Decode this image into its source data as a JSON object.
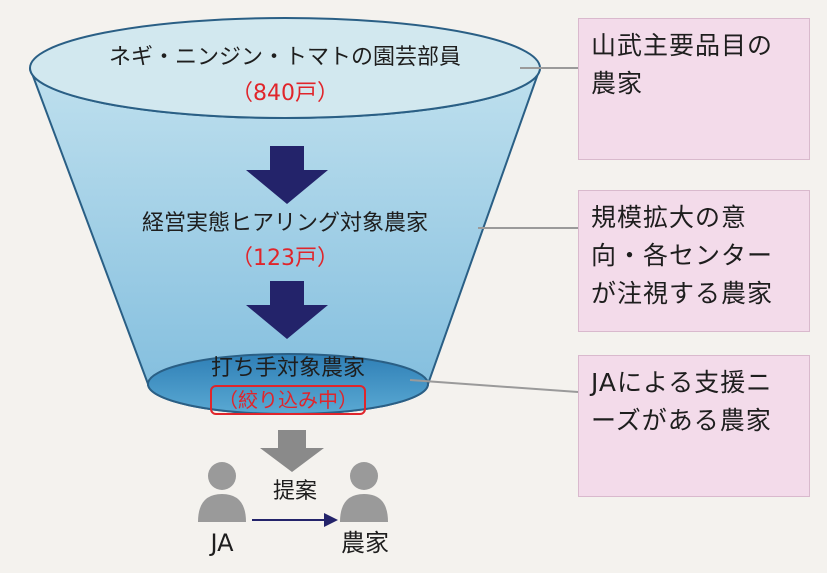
{
  "funnel": {
    "level1": {
      "label": "ネギ・ニンジン・トマトの園芸部員",
      "count": "（840戸）"
    },
    "level2": {
      "label": "経営実態ヒアリング対象農家",
      "count": "（123戸）"
    },
    "level3": {
      "label": "打ち手対象農家",
      "status": "（絞り込み中）"
    }
  },
  "proposal": {
    "label": "提案",
    "from": "JA",
    "to": "農家"
  },
  "notes": [
    {
      "text": "山武主要品目の農家"
    },
    {
      "text": "規模拡大の意向・各センターが注視する農家"
    },
    {
      "text": "JAによる支援ニーズがある農家"
    }
  ],
  "colors": {
    "top_ellipse": "#d2e8ef",
    "funnel_body": "#9fcde4",
    "bottom_ellipse": "#3f95c6",
    "arrow_dark": "#23236a",
    "arrow_gray": "#8a8a8a",
    "accent_red": "#e0252b",
    "note_fill": "#f3dbea"
  }
}
